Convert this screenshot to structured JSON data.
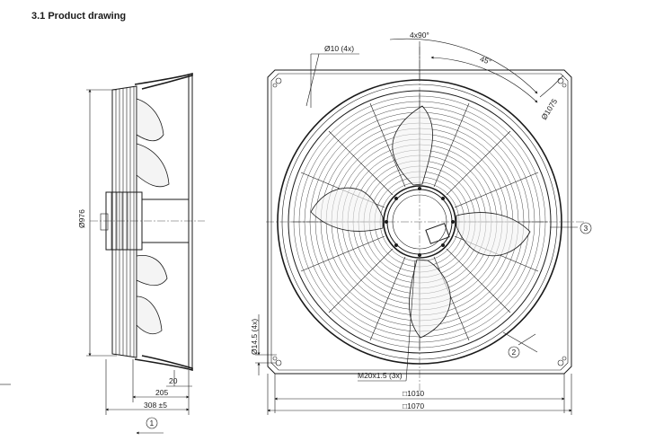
{
  "section_title": "3.1 Product drawing",
  "labels": {
    "diameter_side": "Ø976",
    "height_side": "20",
    "width_205": "205",
    "width_308": "308 ±5",
    "marker_1": "1",
    "holes": "Ø10 (4x)",
    "angle_4x90": "4x90°",
    "angle_45": "45°",
    "diameter_1075": "Ø1075",
    "marker_3": "3",
    "marker_2": "2",
    "side_holes": "Ø14.5 (4x)",
    "thread": "M20x1.5 (3x)",
    "square_1010": "□1010",
    "square_1070": "□1070"
  }
}
